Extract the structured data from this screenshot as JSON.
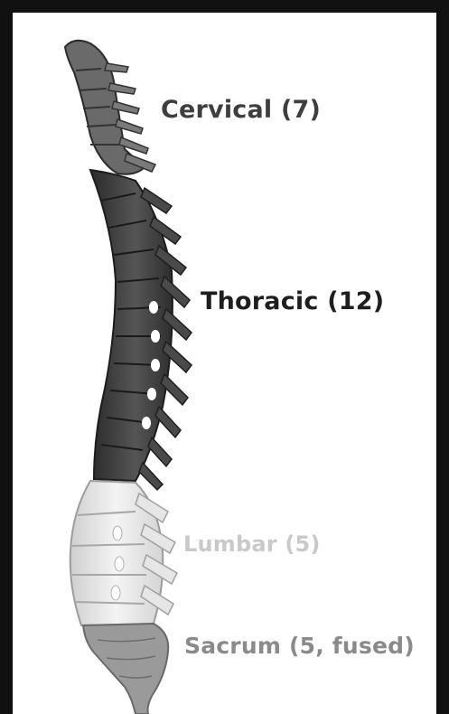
{
  "regions": {
    "cervical": {
      "label": "Cervical (7)",
      "color": "#5e5e5e"
    },
    "thoracic": {
      "label": "Thoracic (12)",
      "color": "#3a3a3a"
    },
    "lumbar": {
      "label": "Lumbar (5)",
      "color": "#e2e2e2"
    },
    "sacrum": {
      "label": "Sacrum (5, fused)",
      "color": "#9a9a9a"
    }
  },
  "vertebra_counts": {
    "cervical": 7,
    "thoracic": 12,
    "lumbar": 5,
    "sacrum": 5
  }
}
